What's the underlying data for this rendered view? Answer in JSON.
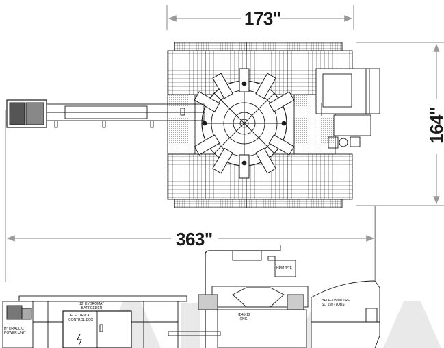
{
  "dimensions": {
    "width_top": "173\"",
    "depth_right": "164\"",
    "overall_length": "363\""
  },
  "labels": {
    "bar_feeder": "12' HYDROMAT\nBARFEEDER",
    "electrical_box": "ELECTRICAL\nCONTROL BOX",
    "hydraulic_unit": "HYDRAULIC\nPOWER UNIT",
    "machine_model": "HB45-12\nCNC",
    "conveyor": "HE0E-1/3000 TRF\nSO 150 (TOBS)",
    "filter_unit": "HPM 3/TF"
  },
  "colors": {
    "line": "#1a1a1a",
    "dim_line": "#9a9a9a",
    "watermark": "#e6e6e6"
  }
}
